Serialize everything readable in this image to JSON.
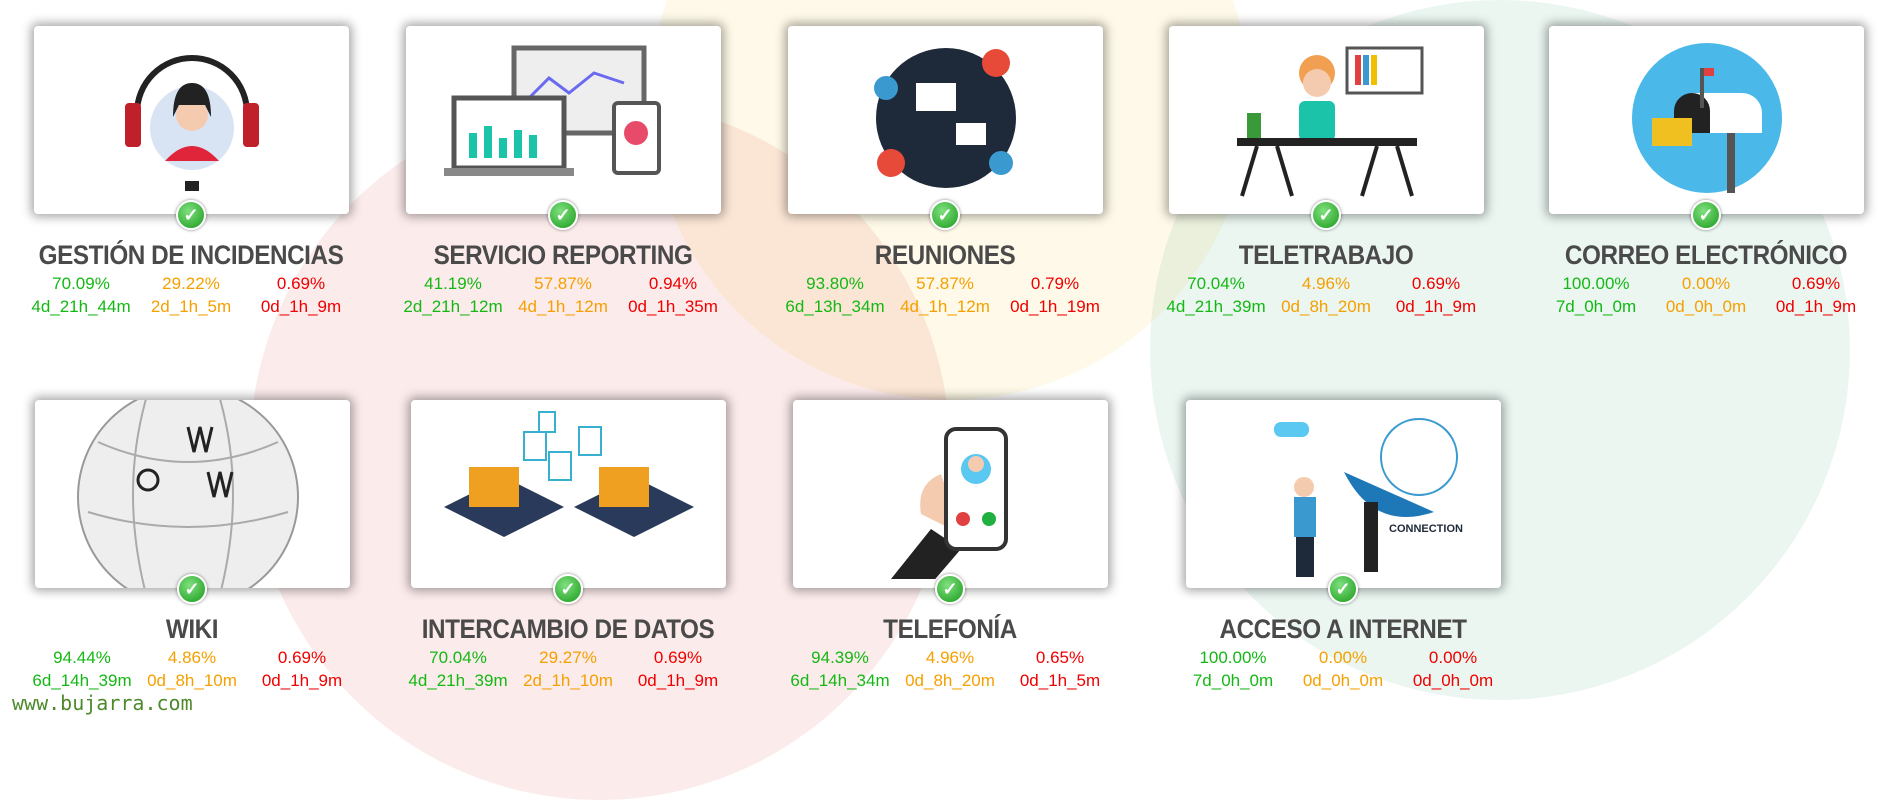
{
  "services": [
    {
      "title": "GESTIÓN DE INCIDENCIAS",
      "icon": "headset-support-icon",
      "ok_pct": "70.09%",
      "warn_pct": "29.22%",
      "crit_pct": "0.69%",
      "ok_time": "4d_21h_44m",
      "warn_time": "2d_1h_5m",
      "crit_time": "0d_1h_9m"
    },
    {
      "title": "SERVICIO REPORTING",
      "icon": "reporting-devices-icon",
      "ok_pct": "41.19%",
      "warn_pct": "57.87%",
      "crit_pct": "0.94%",
      "ok_time": "2d_21h_12m",
      "warn_time": "4d_1h_12m",
      "crit_time": "0d_1h_35m"
    },
    {
      "title": "REUNIONES",
      "icon": "meeting-table-icon",
      "ok_pct": "93.80%",
      "warn_pct": "57.87%",
      "crit_pct": "0.79%",
      "ok_time": "6d_13h_34m",
      "warn_time": "4d_1h_12m",
      "crit_time": "0d_1h_19m"
    },
    {
      "title": "TELETRABAJO",
      "icon": "remote-work-icon",
      "ok_pct": "70.04%",
      "warn_pct": "4.96%",
      "crit_pct": "0.69%",
      "ok_time": "4d_21h_39m",
      "warn_time": "0d_8h_20m",
      "crit_time": "0d_1h_9m"
    },
    {
      "title": "CORREO ELECTRÓNICO",
      "icon": "mailbox-icon",
      "ok_pct": "100.00%",
      "warn_pct": "0.00%",
      "crit_pct": "0.69%",
      "ok_time": "7d_0h_0m",
      "warn_time": "0d_0h_0m",
      "crit_time": "0d_1h_9m"
    },
    {
      "title": "WIKI",
      "icon": "wikipedia-globe-icon",
      "ok_pct": "94.44%",
      "warn_pct": "4.86%",
      "crit_pct": "0.69%",
      "ok_time": "6d_14h_39m",
      "warn_time": "0d_8h_10m",
      "crit_time": "0d_1h_9m"
    },
    {
      "title": "INTERCAMBIO DE DATOS",
      "icon": "file-transfer-icon",
      "ok_pct": "70.04%",
      "warn_pct": "29.27%",
      "crit_pct": "0.69%",
      "ok_time": "4d_21h_39m",
      "warn_time": "2d_1h_10m",
      "crit_time": "0d_1h_9m"
    },
    {
      "title": "TELEFONÍA",
      "icon": "phone-call-icon",
      "ok_pct": "94.39%",
      "warn_pct": "4.96%",
      "crit_pct": "0.65%",
      "ok_time": "6d_14h_34m",
      "warn_time": "0d_8h_20m",
      "crit_time": "0d_1h_5m"
    },
    {
      "title": "ACCESO A INTERNET",
      "icon": "satellite-connection-icon",
      "ok_pct": "100.00%",
      "warn_pct": "0.00%",
      "crit_pct": "0.00%",
      "ok_time": "7d_0h_0m",
      "warn_time": "0d_0h_0m",
      "crit_time": "0d_0h_0m",
      "illustration_text": "CONNECTION"
    }
  ],
  "footer": {
    "site": "www.bujarra.com"
  },
  "colors": {
    "ok": "#14b814",
    "warning": "#f5a000",
    "critical": "#f00000"
  }
}
